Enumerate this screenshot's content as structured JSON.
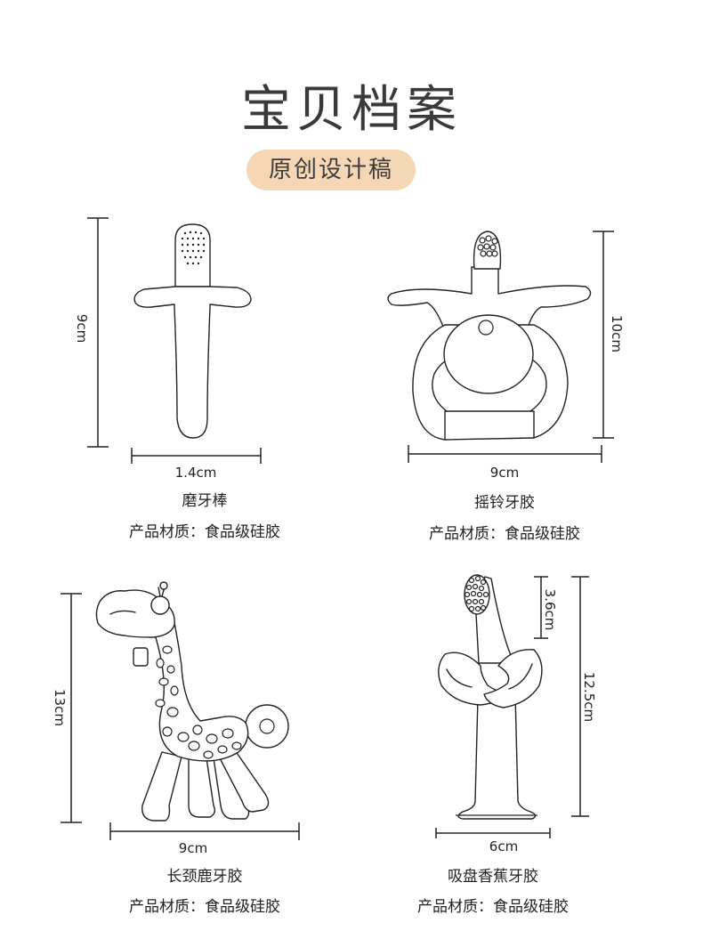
{
  "header": {
    "title": "宝贝档案",
    "badge": "原创设计稿"
  },
  "colors": {
    "badge_bg": "#f6d7b5",
    "line": "#222222"
  },
  "products": [
    {
      "name": "磨牙棒",
      "material": "产品材质：食品级硅胶",
      "width": "1.4cm",
      "height": "9cm",
      "icon": "teether-stick-icon"
    },
    {
      "name": "摇铃牙胶",
      "material": "产品材质：食品级硅胶",
      "width": "9cm",
      "height": "10cm",
      "icon": "rattle-teether-icon"
    },
    {
      "name": "长颈鹿牙胶",
      "material": "产品材质：食品级硅胶",
      "width": "9cm",
      "height": "13cm",
      "icon": "giraffe-teether-icon"
    },
    {
      "name": "吸盘香蕉牙胶",
      "material": "产品材质：食品级硅胶",
      "width": "6cm",
      "height": "12.5cm",
      "brush_height": "3.6cm",
      "icon": "banana-teether-icon"
    }
  ]
}
